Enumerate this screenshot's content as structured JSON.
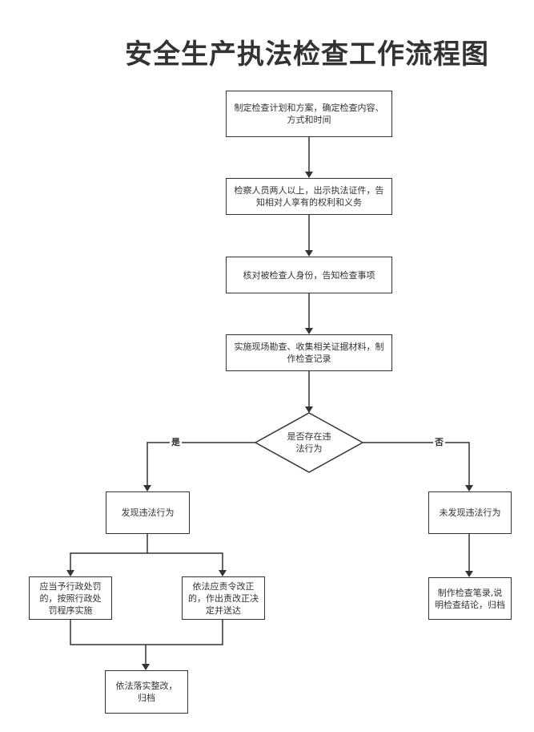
{
  "title": "安全生产执法检查工作流程图",
  "nodes": {
    "plan": "制定检查计划和方案，确定检查内容、方式和时间",
    "inspectors": "检察人员两人以上，出示执法证件，告知相对人享有的权利和义务",
    "verify": "核对被检查人身份，告知检查事项",
    "onsite": "实施现场勘查、收集相关证据材料，制作检查记录",
    "decision": "是否存在违法行为",
    "found": "发现违法行为",
    "not_found": "未发现违法行为",
    "penalty": "应当予行政处罚的，按照行政处罚程序实施",
    "rectify_order": "依法应责令改正的，作出责改正决定并送达",
    "rectify_archive": "依法落实整改，归档",
    "record_archive": "制作检查笔录,说明检查结论，归档"
  },
  "edge_labels": {
    "yes": "是",
    "no": "否"
  },
  "colors": {
    "stroke": "#333333",
    "text": "#333333",
    "background": "#ffffff"
  }
}
